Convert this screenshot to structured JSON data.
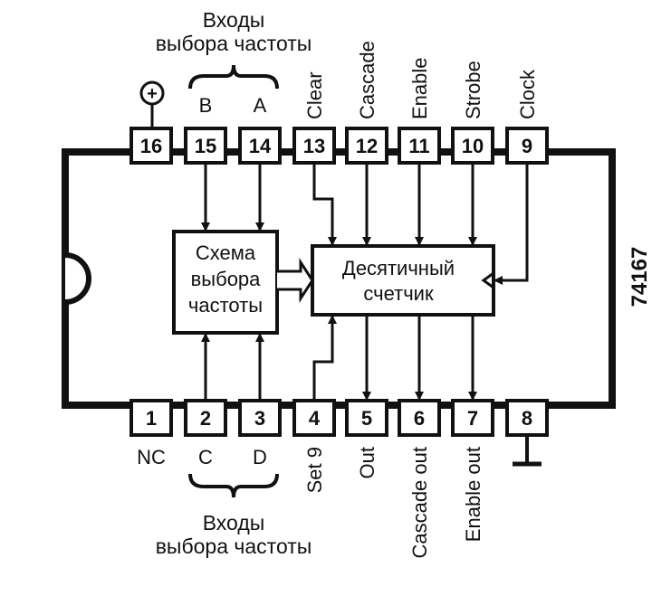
{
  "top_group": {
    "title_line1": "Входы",
    "title_line2": "выбора частоты"
  },
  "bottom_group": {
    "title_line1": "Входы",
    "title_line2": "выбора частоты"
  },
  "power_symbol": "+",
  "chip_name": "74167",
  "selector_block": {
    "line1": "Схема",
    "line2": "выбора",
    "line3": "частоты"
  },
  "counter_block": {
    "line1": "Десятичный",
    "line2": "счетчик"
  },
  "top_pins": [
    {
      "num": "16",
      "label": ""
    },
    {
      "num": "15",
      "label": "B"
    },
    {
      "num": "14",
      "label": "A"
    },
    {
      "num": "13",
      "label": "Clear"
    },
    {
      "num": "12",
      "label": "Cascade"
    },
    {
      "num": "11",
      "label": "Enable"
    },
    {
      "num": "10",
      "label": "Strobe"
    },
    {
      "num": "9",
      "label": "Clock"
    }
  ],
  "bottom_pins": [
    {
      "num": "1",
      "label": "NC"
    },
    {
      "num": "2",
      "label": "C"
    },
    {
      "num": "3",
      "label": "D"
    },
    {
      "num": "4",
      "label": "Set 9"
    },
    {
      "num": "5",
      "label": "Out"
    },
    {
      "num": "6",
      "label": "Cascade out"
    },
    {
      "num": "7",
      "label": "Enable out"
    },
    {
      "num": "8",
      "label": ""
    }
  ]
}
